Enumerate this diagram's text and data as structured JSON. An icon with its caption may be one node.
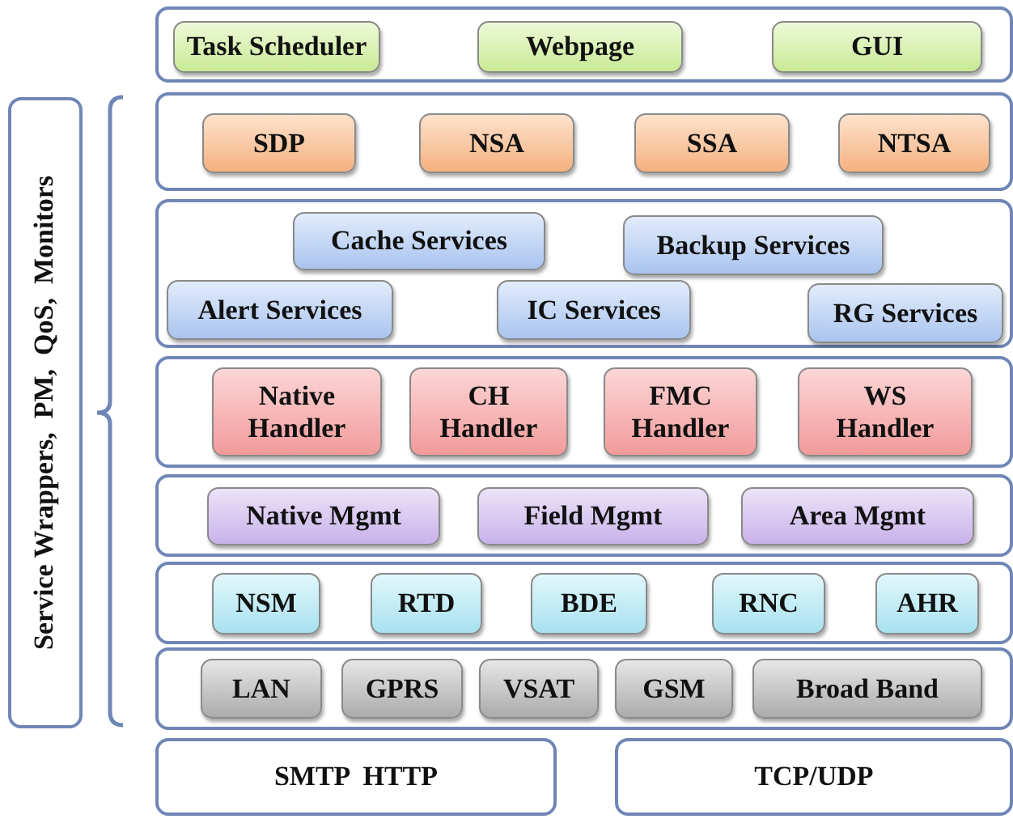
{
  "diagram": {
    "nodes": [
      {
        "text": [],
        "shape": "box"
      },
      {
        "text": [
          "Task Scheduler"
        ],
        "in": 0
      },
      {
        "text": [
          "Webpage"
        ],
        "in": 0
      },
      {
        "text": [
          "GUI"
        ],
        "in": 0
      },
      {
        "text": [],
        "shape": "box"
      },
      {
        "text": [
          "SDP"
        ],
        "in": 4
      },
      {
        "text": [
          "NSA"
        ],
        "in": 4
      },
      {
        "text": [
          "SSA"
        ],
        "in": 4
      },
      {
        "text": [
          "NTSA"
        ],
        "in": 4
      },
      {
        "text": [],
        "shape": "box"
      },
      {
        "text": [
          "Cache Services"
        ],
        "in": 9
      },
      {
        "text": [
          "Backup Services"
        ],
        "in": 9
      },
      {
        "text": [
          "Alert Services"
        ],
        "in": 9
      },
      {
        "text": [
          "IC Services"
        ],
        "in": 9
      },
      {
        "text": [
          "RG Services"
        ],
        "in": 9
      },
      {
        "text": [],
        "shape": "box"
      },
      {
        "text": [
          "Native Handler"
        ],
        "in": 15
      },
      {
        "text": [
          "CH Handler"
        ],
        "in": 15
      },
      {
        "text": [
          "FMC Handler"
        ],
        "in": 15
      },
      {
        "text": [
          "WS Handler"
        ],
        "in": 15
      },
      {
        "text": [],
        "shape": "box"
      },
      {
        "text": [
          "Native Mgmt"
        ],
        "in": 20
      },
      {
        "text": [
          "Field Mgmt"
        ],
        "in": 20
      },
      {
        "text": [
          "Area Mgmt"
        ],
        "in": 20
      },
      {
        "text": [],
        "shape": "box"
      },
      {
        "text": [
          "NSM"
        ],
        "in": 24
      },
      {
        "text": [
          "RTD"
        ],
        "in": 24
      },
      {
        "text": [
          "BDE"
        ],
        "in": 24
      },
      {
        "text": [
          "RNC"
        ],
        "in": 24
      },
      {
        "text": [
          "AHR"
        ],
        "in": 24
      },
      {
        "text": [],
        "shape": "box"
      },
      {
        "text": [
          "LAN"
        ],
        "in": 30
      },
      {
        "text": [
          "GPRS"
        ],
        "in": 30
      },
      {
        "text": [
          "VSAT"
        ],
        "in": 30
      },
      {
        "text": [
          "GSM"
        ],
        "in": 30
      },
      {
        "text": [
          "Broad Band"
        ],
        "in": 30
      },
      {
        "text": [
          "SMTP  HTTP"
        ]
      },
      {
        "text": [
          "TCP/UDP"
        ]
      },
      {
        "text": [
          "Service Wrappers,  PM,  QoS,  Monitors"
        ]
      }
    ]
  }
}
